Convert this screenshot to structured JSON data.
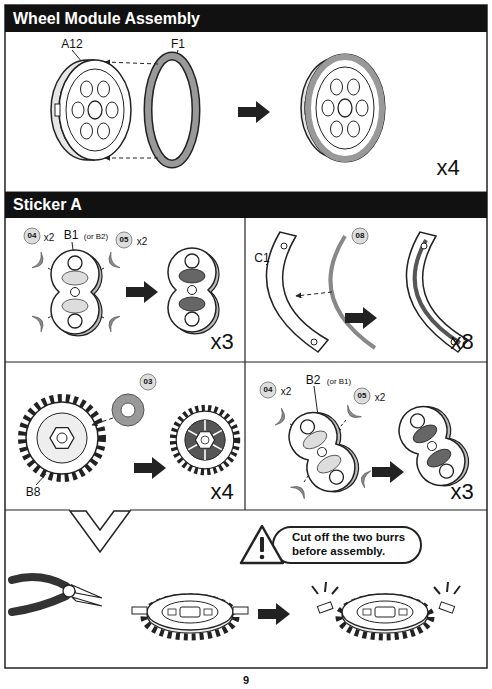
{
  "diagram": {
    "nodes": [
      {
        "text": [
          "Wheel Module Assembly"
        ]
      },
      {
        "text": [
          "Sticker A"
        ]
      },
      {
        "text": [
          "Cut off the two burrs before assembly."
        ]
      }
    ],
    "labels": [
      "A12",
      "F1",
      "x4",
      "04",
      "x2",
      "B1",
      "(or B2)",
      "05",
      "x2",
      "x3",
      "C1",
      "08",
      "x8",
      "B8",
      "03",
      "x4",
      "04",
      "x2",
      "B2",
      "(or B1)",
      "05",
      "x2",
      "x3",
      "9"
    ]
  }
}
